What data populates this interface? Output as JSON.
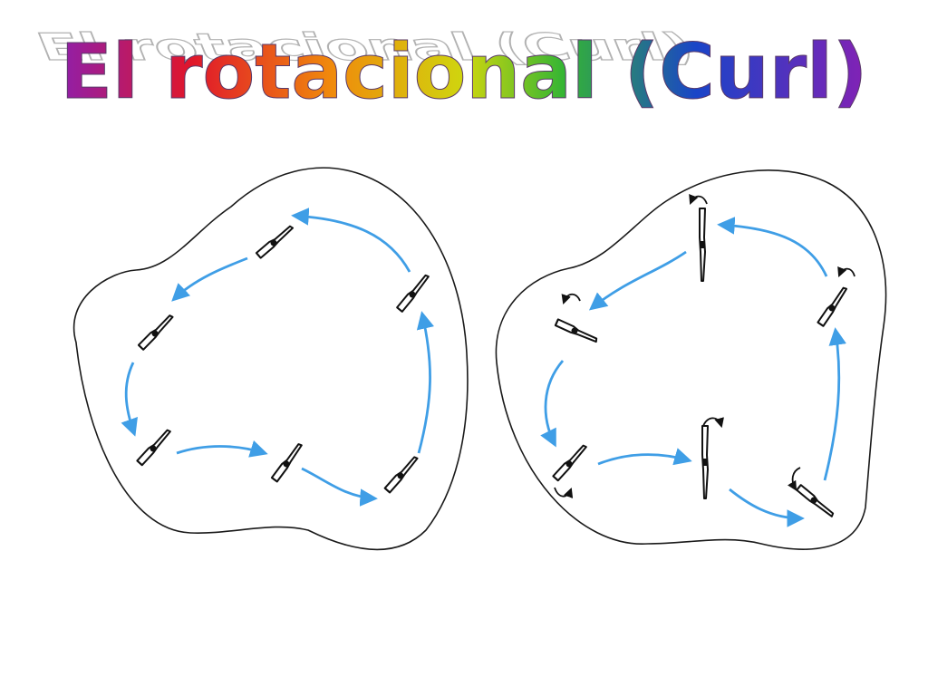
{
  "slide": {
    "title": "El rotacional (Curl)",
    "title_gradient": [
      "#8a1fb3",
      "#e0162b",
      "#f08a0c",
      "#cfd60e",
      "#34b534",
      "#1a44c8",
      "#8a1fb3"
    ],
    "title_shadow_color": "#aaaaaa"
  },
  "diagram": {
    "outline_color": "#1a1a1a",
    "flow_arrow_color": "#3f9ee6",
    "paddle_color": "#111111",
    "left_panel": {
      "kind": "irrotational",
      "paddle_count": 6,
      "rotation_marks": 0
    },
    "right_panel": {
      "kind": "rotational",
      "paddle_count": 6,
      "rotation_marks": 6
    }
  }
}
